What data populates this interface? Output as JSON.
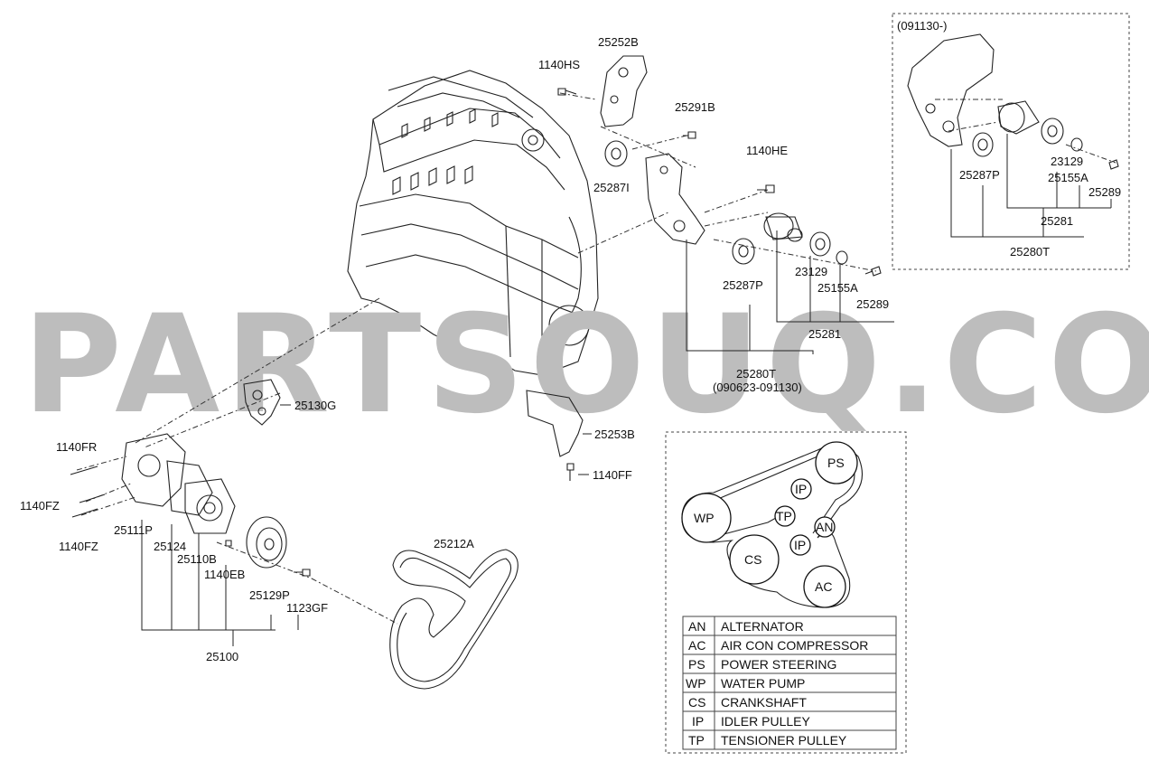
{
  "watermark": "PARTSOUQ.COM",
  "labels": {
    "p1140HS": "1140HS",
    "p25252B": "25252B",
    "p25291B": "25291B",
    "p1140HE": "1140HE",
    "p25287I": "25287I",
    "p25287P": "25287P",
    "p23129": "23129",
    "p25155A": "25155A",
    "p25289": "25289",
    "p25281": "25281",
    "p25280T": "25280T",
    "p25280T_range": "(090623-091130)",
    "p25130G": "25130G",
    "p25253B": "25253B",
    "p1140FF": "1140FF",
    "p1140FR": "1140FR",
    "p1140FZ_a": "1140FZ",
    "p1140FZ_b": "1140FZ",
    "p25111P": "25111P",
    "p25124": "25124",
    "p25110B": "25110B",
    "p1140EB": "1140EB",
    "p25129P": "25129P",
    "p1123GF": "1123GF",
    "p25100": "25100",
    "p25212A": "25212A"
  },
  "inset": {
    "range": "(091130-)",
    "p25287P": "25287P",
    "p23129": "23129",
    "p25155A": "25155A",
    "p25289": "25289",
    "p25281": "25281",
    "p25280T": "25280T"
  },
  "belt_diagram": {
    "pulleys": {
      "PS": "PS",
      "IP_top": "IP",
      "WP": "WP",
      "TP": "TP",
      "AN": "AN",
      "IP_low": "IP",
      "CS": "CS",
      "AC": "AC"
    },
    "legend": [
      {
        "code": "AN",
        "name": "ALTERNATOR"
      },
      {
        "code": "AC",
        "name": "AIR CON COMPRESSOR"
      },
      {
        "code": "PS",
        "name": "POWER STEERING"
      },
      {
        "code": "WP",
        "name": "WATER PUMP"
      },
      {
        "code": "CS",
        "name": "CRANKSHAFT"
      },
      {
        "code": "IP",
        "name": "IDLER PULLEY"
      },
      {
        "code": "TP",
        "name": "TENSIONER PULLEY"
      }
    ]
  }
}
